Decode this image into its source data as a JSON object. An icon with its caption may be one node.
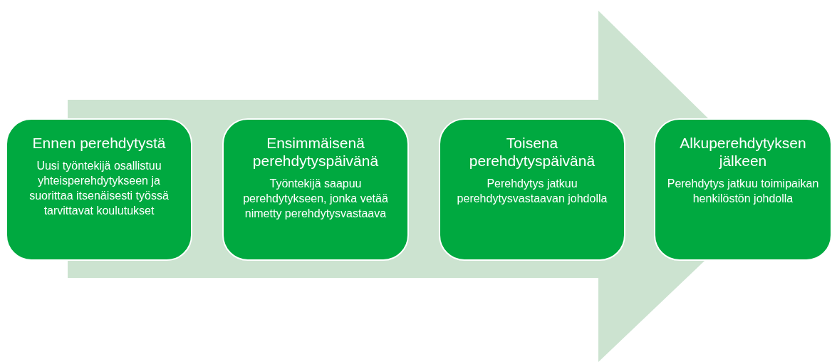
{
  "diagram": {
    "nodes": [
      {
        "text": [
          "Ennen perehdytystä",
          "Uusi työntekijä osallistuu yhteisperehdytykseen ja suorittaa itsenäisesti työssä tarvittavat koulutukset"
        ]
      },
      {
        "text": [
          "Ensimmäisenä perehdytyspäivänä",
          "Työntekijä saapuu perehdytykseen, jonka vetää nimetty perehdytysvastaava"
        ]
      },
      {
        "text": [
          "Toisena perehdytyspäivänä",
          "Perehdytys jatkuu perehdytysvastaavan johdolla"
        ]
      },
      {
        "text": [
          "Alkuperehdytyksen jälkeen",
          "Perehdytys jatkuu toimipaikan henkilöstön johdolla"
        ]
      }
    ],
    "edges": [
      {
        "from": 0,
        "to": 3,
        "arrow": "to"
      }
    ]
  }
}
